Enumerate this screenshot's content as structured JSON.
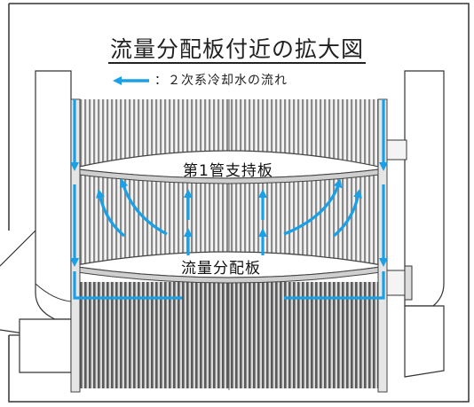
{
  "title": "流量分配板付近の拡大図",
  "legend": {
    "text": "：２次系冷却水の流れ",
    "arrow_color": "#1aa0e6"
  },
  "labels": {
    "upper_plate": "第1管支持板",
    "lower_plate": "流量分配板"
  },
  "colors": {
    "flow": "#1aa0e6",
    "line": "#333333",
    "tubes": "#9a9a9a"
  }
}
